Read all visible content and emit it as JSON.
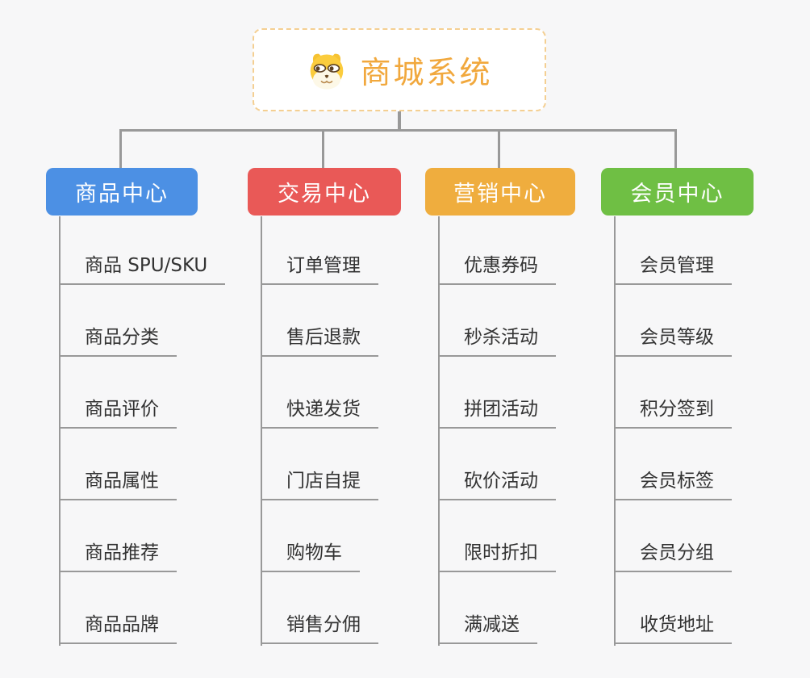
{
  "root": {
    "label": "商城系统",
    "text_color": "#f1a83d",
    "border_color": "#f4cf92",
    "icon": "dog-mascot-icon"
  },
  "connector_color": "#999999",
  "background_color": "#f7f7f8",
  "branches": [
    {
      "label": "商品中心",
      "color": "#4c90e4",
      "items": [
        "商品 SPU/SKU",
        "商品分类",
        "商品评价",
        "商品属性",
        "商品推荐",
        "商品品牌"
      ]
    },
    {
      "label": "交易中心",
      "color": "#e95957",
      "items": [
        "订单管理",
        "售后退款",
        "快递发货",
        "门店自提",
        "购物车",
        "销售分佣"
      ]
    },
    {
      "label": "营销中心",
      "color": "#efad3e",
      "items": [
        "优惠券码",
        "秒杀活动",
        "拼团活动",
        "砍价活动",
        "限时折扣",
        "满减送"
      ]
    },
    {
      "label": "会员中心",
      "color": "#6fbf44",
      "items": [
        "会员管理",
        "会员等级",
        "积分签到",
        "会员标签",
        "会员分组",
        "收货地址"
      ]
    }
  ]
}
